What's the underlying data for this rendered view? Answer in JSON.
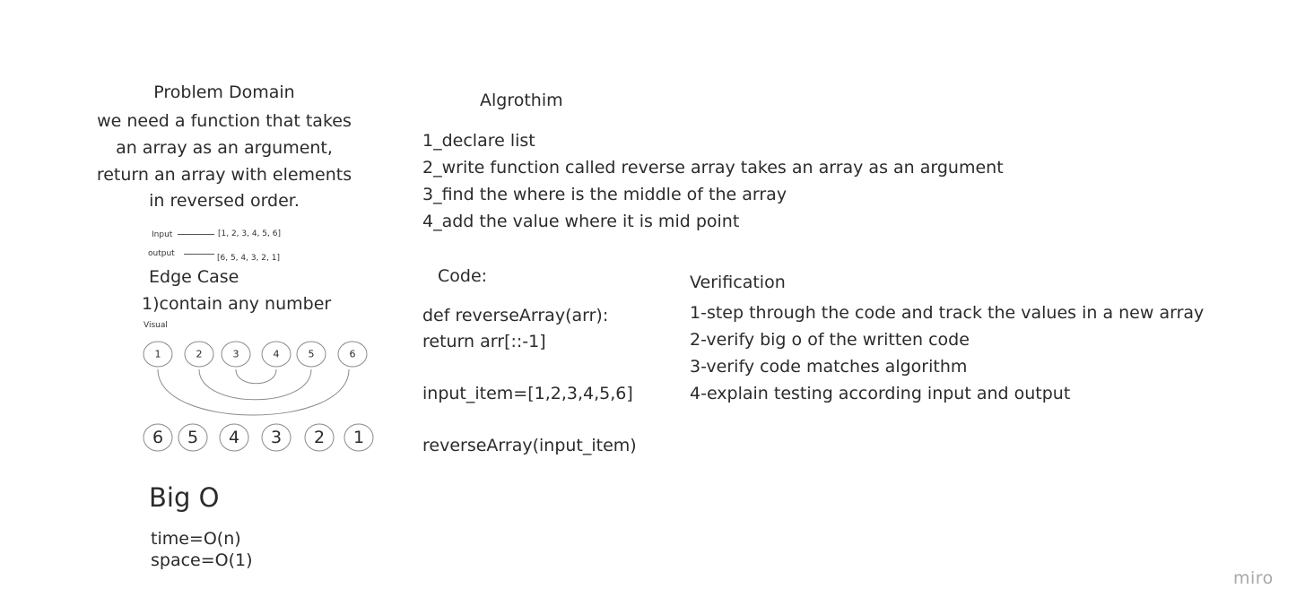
{
  "problem_domain": {
    "title": "Problem Domain",
    "lines": [
      "we need a function that takes",
      "an array as an argument,",
      "return an array with elements",
      "in reversed order."
    ],
    "input_label": "Input",
    "input_value": "[1, 2, 3, 4, 5, 6]",
    "output_label": "output",
    "output_value": "[6, 5, 4, 3, 2, 1]"
  },
  "edge_case": {
    "title": "Edge Case",
    "item": "1)contain any number"
  },
  "visual": {
    "label": "Visual",
    "top_nodes": [
      "1",
      "2",
      "3",
      "4",
      "5",
      "6"
    ],
    "bottom_nodes": [
      "6",
      "5",
      "4",
      "3",
      "2",
      "1"
    ]
  },
  "big_o": {
    "title": "Big O",
    "time": "time=O(n)",
    "space": "space=O(1)"
  },
  "algorithm": {
    "title": "Algrothim",
    "steps": [
      "1_declare list",
      "2_write function called reverse array takes an array as an argument",
      "3_find the where is the middle of the array",
      "4_add the value where it is mid point"
    ]
  },
  "code": {
    "title": "Code:",
    "lines": [
      "def reverseArray(arr):",
      "return arr[::-1]",
      "",
      "input_item=[1,2,3,4,5,6]",
      "",
      "reverseArray(input_item)"
    ]
  },
  "verification": {
    "title": "Verification",
    "steps": [
      "1-step through the code and track the values in a new array",
      "2-verify big o of the written code",
      "3-verify code matches algorithm",
      "4-explain testing according input and output"
    ]
  },
  "watermark": "miro"
}
